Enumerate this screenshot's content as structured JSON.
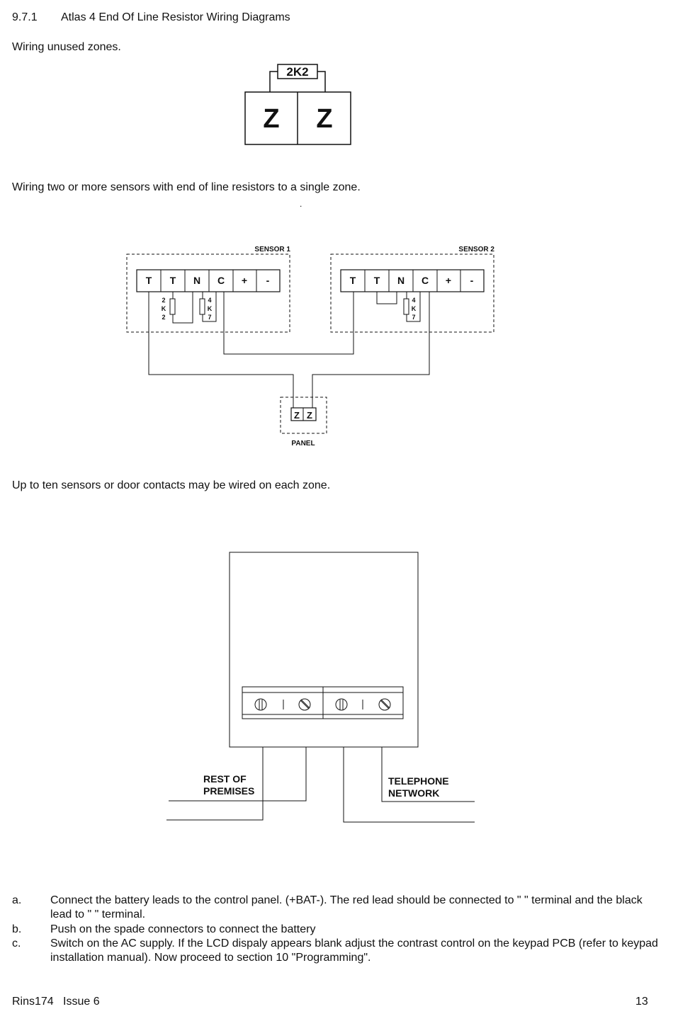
{
  "section": {
    "number": "9.7.1",
    "title": "Atlas 4 End Of Line Resistor Wiring Diagrams"
  },
  "para1": "Wiring unused zones.",
  "unused_zone": {
    "resistor": "2K2",
    "z1": "Z",
    "z2": "Z"
  },
  "para2": "Wiring two or more sensors with end of line resistors to a single zone.",
  "stray_dot": ".",
  "sensor1": {
    "label": "SENSOR 1",
    "terminals": [
      "T",
      "T",
      "N",
      "C",
      "+",
      "-"
    ],
    "res_a": [
      "2",
      "K",
      "2"
    ],
    "res_b": [
      "4",
      "K",
      "7"
    ]
  },
  "sensor2": {
    "label": "SENSOR 2",
    "terminals": [
      "T",
      "T",
      "N",
      "C",
      "+",
      "-"
    ],
    "res_b": [
      "4",
      "K",
      "7"
    ]
  },
  "panel": {
    "label": "PANEL",
    "z1": "Z",
    "z2": "Z"
  },
  "para3": "Up to ten sensors or door contacts may be wired on each zone.",
  "connection": {
    "left_label_1": "REST OF",
    "left_label_2": "PREMISES",
    "right_label_1": "TELEPHONE",
    "right_label_2": "NETWORK"
  },
  "steps": [
    {
      "label": "a.",
      "text": "Connect the battery leads to the control panel. (+BAT-). The red lead should be connected to \"  \" terminal  and the black lead to \" \" terminal."
    },
    {
      "label": "b.",
      "text": "Push on the spade connectors to connect the battery"
    },
    {
      "label": "c.",
      "text": "Switch on the AC supply.  If the LCD dispaly appears blank adjust the contrast control on the keypad PCB (refer to keypad installation manual).  Now proceed to section 10 \"Programming\"."
    }
  ],
  "footer": {
    "doc": "Rins174   Issue 6",
    "page": "13"
  }
}
